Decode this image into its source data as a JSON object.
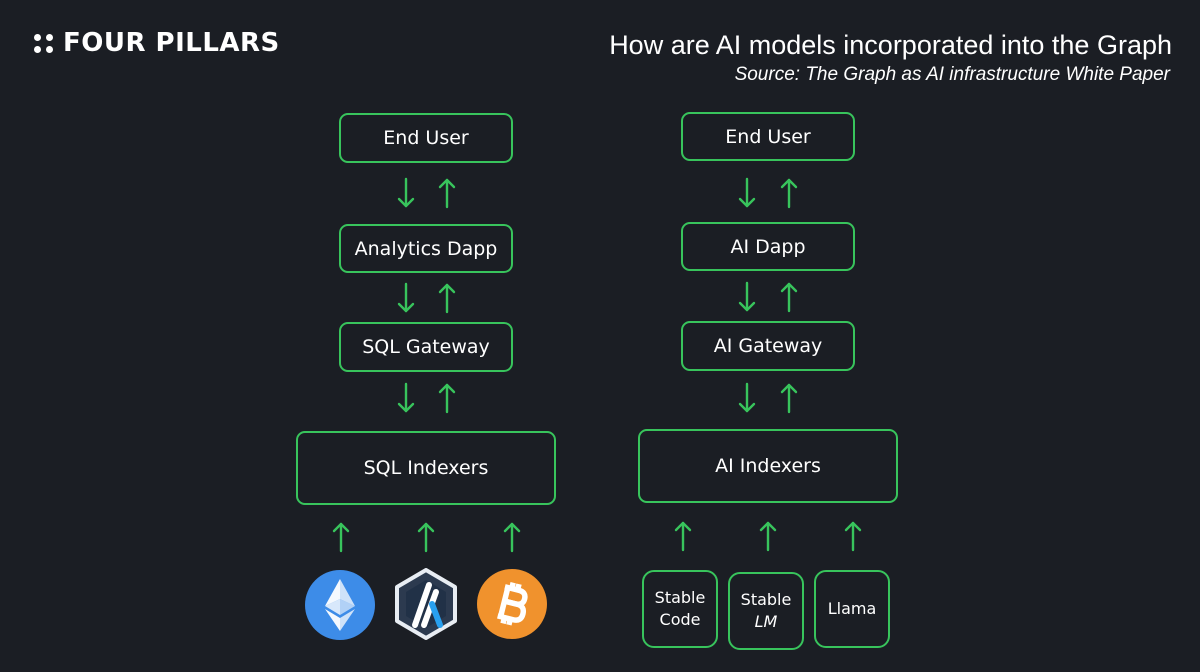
{
  "logo": {
    "text": "FOUR PILLARS"
  },
  "header": {
    "title": "How are AI models incorporated into the Graph",
    "source": "Source: The Graph as AI infrastructure White Paper"
  },
  "left_stack": {
    "end_user": "End User",
    "dapp": "Analytics Dapp",
    "gateway": "SQL Gateway",
    "indexers": "SQL Indexers",
    "sources": [
      "ethereum-icon",
      "arbitrum-icon",
      "bitcoin-icon"
    ]
  },
  "right_stack": {
    "end_user": "End User",
    "dapp": "AI  Dapp",
    "gateway": "AI Gateway",
    "indexers": "AI Indexers",
    "models": [
      {
        "line1": "Stable",
        "line2": "Code"
      },
      {
        "line1": "Stable",
        "line2": "LM"
      },
      {
        "line1": "Llama",
        "line2": ""
      }
    ]
  },
  "colors": {
    "background": "#1b1e24",
    "accent_green": "#38c45c",
    "ethereum_blue": "#3d8ce8",
    "bitcoin_orange": "#f0922d",
    "arbitrum_navy": "#2c3a4f"
  }
}
